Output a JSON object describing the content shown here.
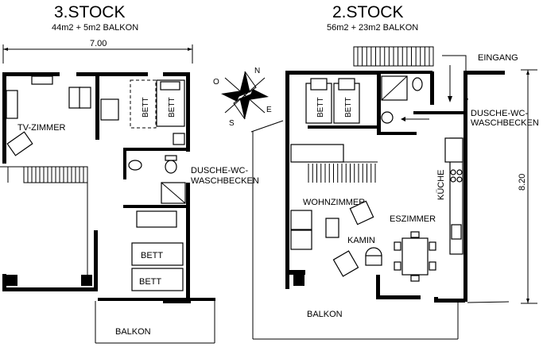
{
  "floor3": {
    "title": "3.STOCK",
    "area": "44m2 + 5m2 BALKON",
    "width_label": "7.00",
    "rooms": {
      "tv": "TV-ZIMMER",
      "bath": [
        "DUSCHE-WC-",
        "WASCHBECKEN"
      ],
      "balkon": "BALKON",
      "bed1": "BETT",
      "bed2": "BETT",
      "bed3": "BETT",
      "bed4": "BETT"
    }
  },
  "floor2": {
    "title": "2.STOCK",
    "area": "56m2 + 23m2 BALKON",
    "height_label": "8.20",
    "rooms": {
      "eingang": "EINGANG",
      "bath": [
        "DUSCHE-WC-",
        "WASCHBECKEN"
      ],
      "wohn": "WOHNZIMMER",
      "ess": "ESZIMMER",
      "kueche": "KÜCHE",
      "kamin": "KAMIN",
      "balkon": "BALKON",
      "bed1": "BETT",
      "bed2": "BETT"
    }
  },
  "compass": {
    "n": "N",
    "s": "S",
    "e": "E",
    "o": "O"
  }
}
